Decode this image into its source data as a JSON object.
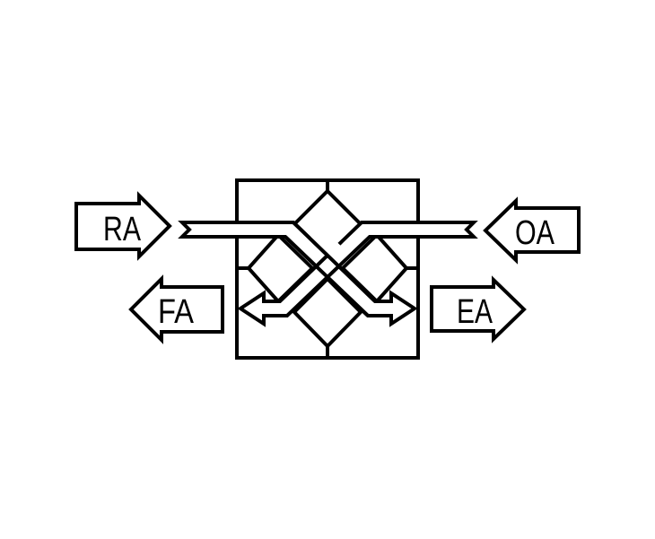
{
  "diagram": {
    "labels": {
      "return_air": "RA",
      "outdoor_air": "OA",
      "fresh_air": "FA",
      "exhaust_air": "EA"
    },
    "stroke_color": "#000000",
    "background_color": "#ffffff"
  }
}
